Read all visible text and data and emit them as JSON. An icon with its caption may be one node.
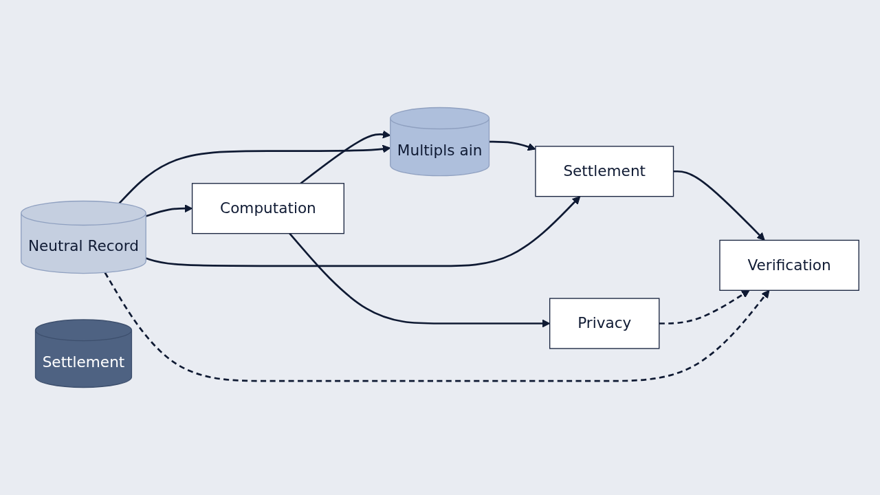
{
  "diagram": {
    "nodes": [
      {
        "text": [
          "Computation"
        ]
      },
      {
        "text": [
          "Multipls ain"
        ]
      },
      {
        "text": [
          "Neutral Record"
        ]
      },
      {
        "text": [
          "Privacy"
        ]
      },
      {
        "text": [
          "Verification"
        ]
      },
      {
        "text": [
          "Settlement"
        ]
      },
      {
        "text": [
          "Settlement"
        ]
      }
    ],
    "edges": [
      {
        "from": 0,
        "to": 1,
        "arrow": "to"
      },
      {
        "from": 2,
        "to": 0,
        "arrow": "to"
      },
      {
        "from": 0,
        "to": 3,
        "arrow": "to"
      },
      {
        "from": 2,
        "to": 1,
        "arrow": "to"
      },
      {
        "from": 1,
        "to": 6,
        "arrow": "to"
      },
      {
        "from": 2,
        "to": 6,
        "arrow": "to"
      },
      {
        "from": 6,
        "to": 4,
        "arrow": "to"
      },
      {
        "from": 3,
        "to": 4,
        "arrow": "to",
        "style": "dashed"
      },
      {
        "from": 2,
        "to": 4,
        "arrow": "to",
        "style": "dashed"
      }
    ]
  }
}
